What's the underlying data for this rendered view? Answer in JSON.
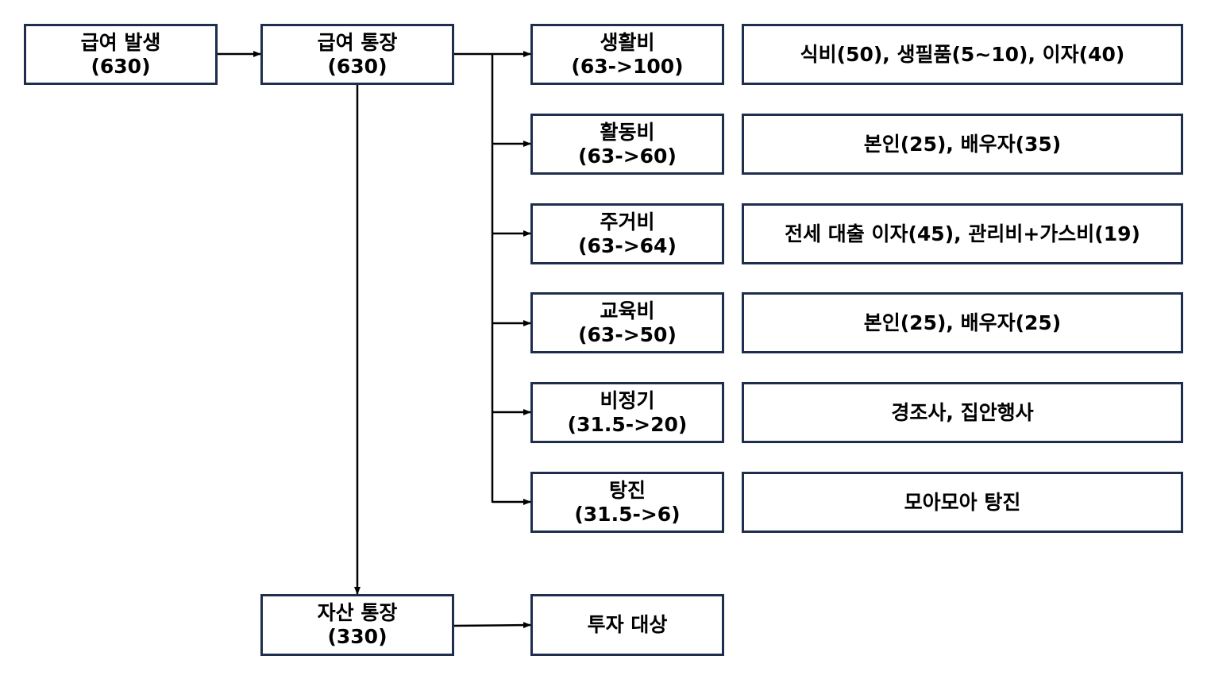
{
  "nodes": {
    "salary_source": {
      "line1": "급여 발생",
      "line2": "(630)"
    },
    "salary_account": {
      "line1": "급여 통장",
      "line2": "(630)"
    },
    "asset_account": {
      "line1": "자산 통장",
      "line2": "(330)"
    },
    "investment": {
      "line1": "투자 대상"
    }
  },
  "categories": [
    {
      "line1": "생활비",
      "line2": "(63->100)",
      "detail": "식비(50), 생필품(5~10), 이자(40)"
    },
    {
      "line1": "활동비",
      "line2": "(63->60)",
      "detail": "본인(25), 배우자(35)"
    },
    {
      "line1": "주거비",
      "line2": "(63->64)",
      "detail": "전세 대출 이자(45), 관리비+가스비(19)"
    },
    {
      "line1": "교육비",
      "line2": "(63->50)",
      "detail": "본인(25), 배우자(25)"
    },
    {
      "line1": "비정기",
      "line2": "(31.5->20)",
      "detail": "경조사, 집안행사"
    },
    {
      "line1": "탕진",
      "line2": "(31.5->6)",
      "detail": "모아모아 탕진"
    }
  ],
  "colors": {
    "border": "#1f2d4e",
    "line": "#000000"
  }
}
